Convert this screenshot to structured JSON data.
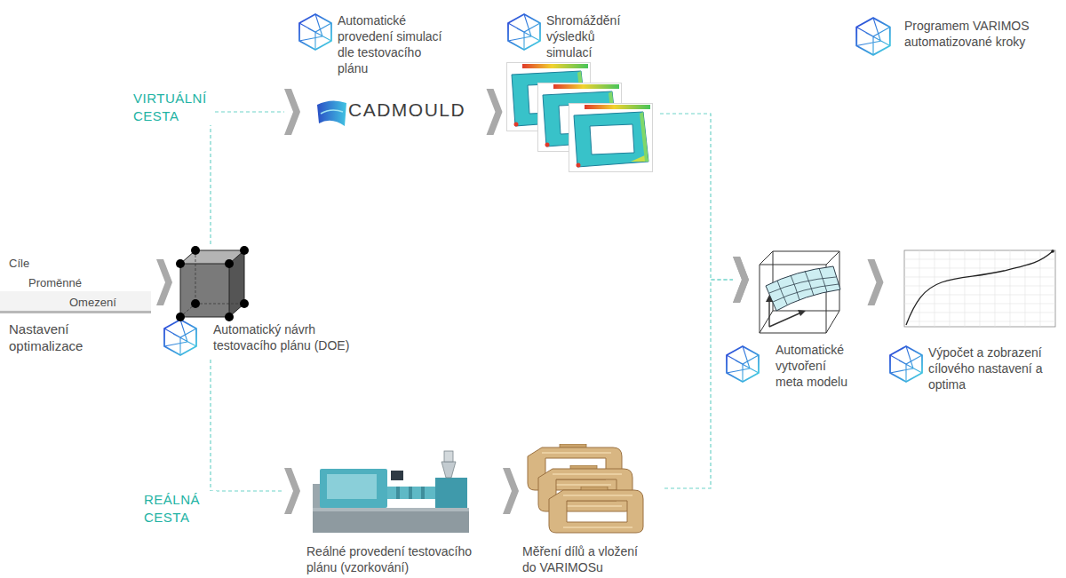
{
  "diagram": {
    "nodes": [
      {
        "text": [
          "Cíle",
          "Proměnné",
          "Omezení",
          "Nastavení optimalizace"
        ]
      },
      {
        "text": [
          "Automatický návrh testovacího plánu (DOE)"
        ]
      },
      {
        "text": [
          "Automatické provedení simulací dle testovacího plánu",
          "CADMOULD"
        ]
      },
      {
        "text": [
          "Shromáždění výsledků simulací"
        ]
      },
      {
        "text": [
          "Reálné provedení testovacího plánu (vzorkování)"
        ]
      },
      {
        "text": [
          "Měření dílů a vložení do VARIMOSu"
        ]
      },
      {
        "text": [
          "Automatické vytvoření meta modelu"
        ]
      },
      {
        "text": [
          "Výpočet a zobrazení cílového nastavení a optima"
        ]
      }
    ],
    "edges": [
      {
        "from": 0,
        "to": 1,
        "arrow": "to"
      },
      {
        "from": 1,
        "to": 2,
        "label": "VIRTUÁLNÍ CESTA",
        "arrow": "to"
      },
      {
        "from": 2,
        "to": 3,
        "arrow": "to"
      },
      {
        "from": 1,
        "to": 4,
        "label": "REÁLNÁ CESTA",
        "arrow": "to"
      },
      {
        "from": 4,
        "to": 5,
        "arrow": "to"
      },
      {
        "from": 3,
        "to": 6,
        "arrow": "to"
      },
      {
        "from": 5,
        "to": 6,
        "arrow": "to"
      },
      {
        "from": 6,
        "to": 7,
        "arrow": "to"
      }
    ],
    "legend": [
      {
        "text": "Programem VARIMOS automatizované kroky"
      }
    ]
  }
}
